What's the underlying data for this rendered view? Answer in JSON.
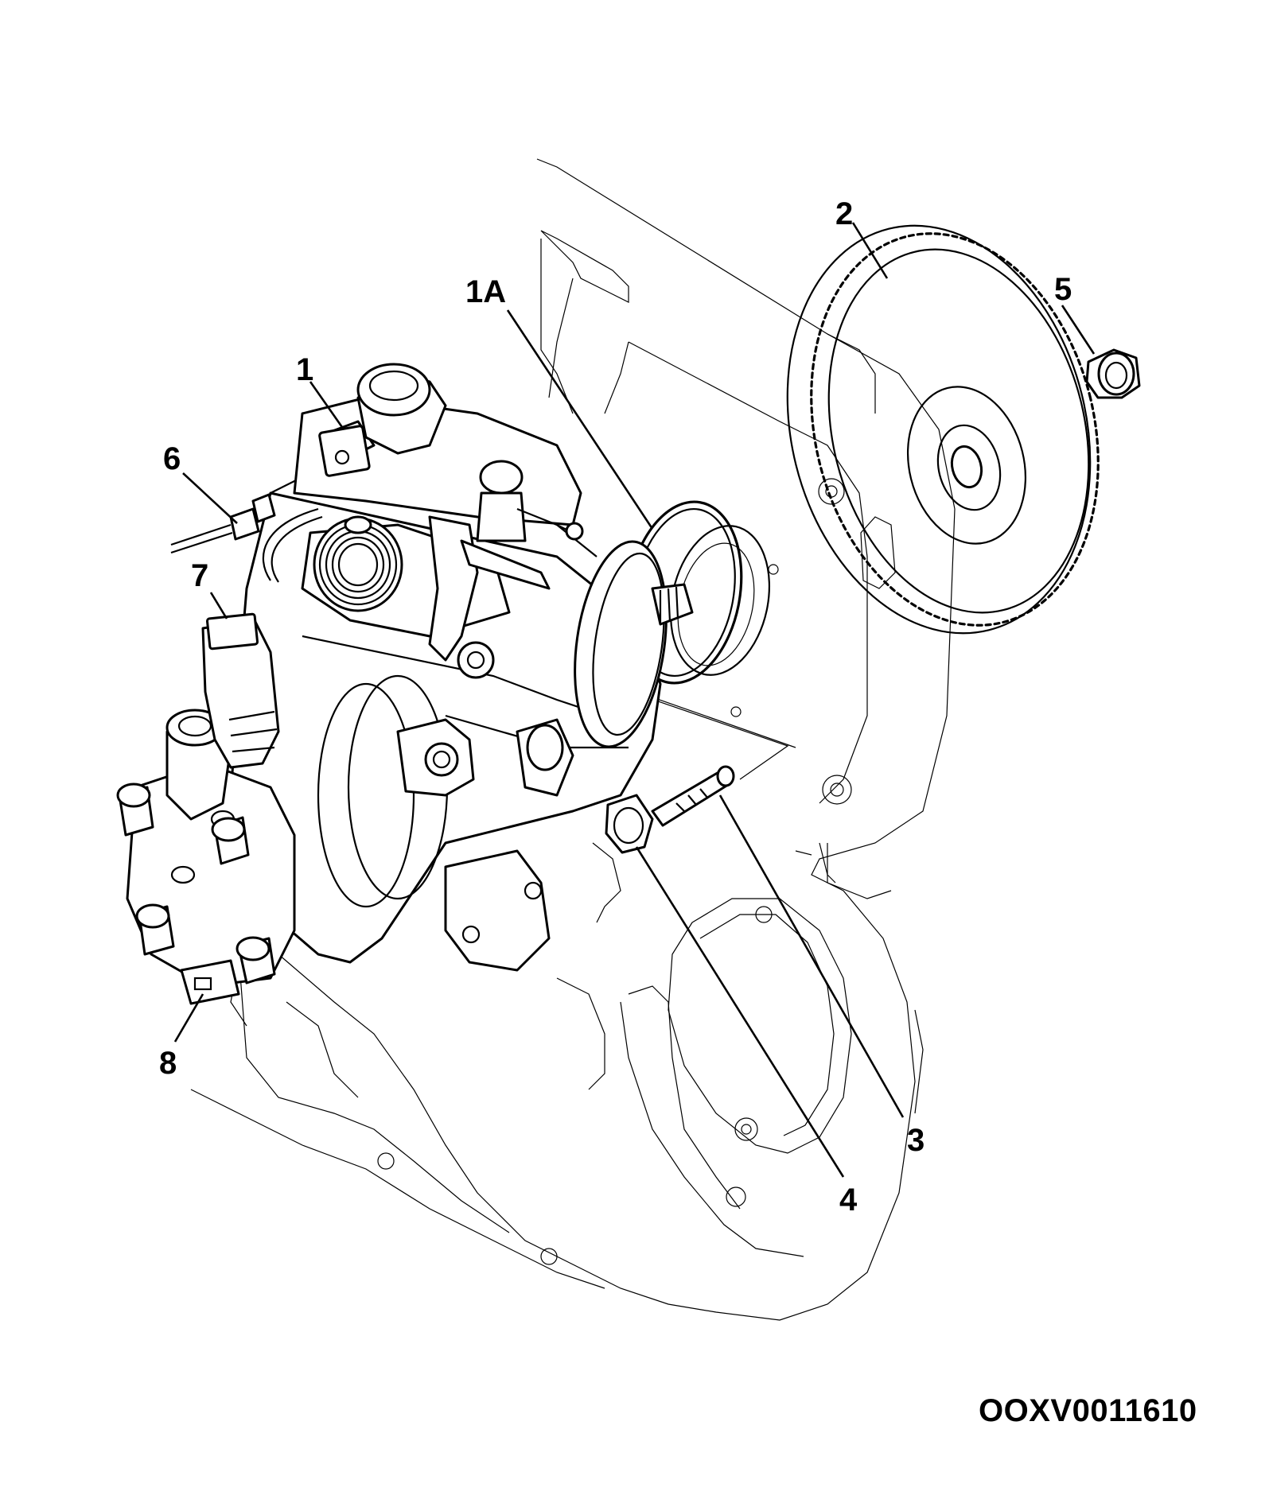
{
  "diagram": {
    "figure_code": "OOXV0011610",
    "callouts": {
      "c1": "1",
      "c1a": "1A",
      "c2": "2",
      "c3": "3",
      "c4": "4",
      "c5": "5",
      "c6": "6",
      "c7": "7",
      "c8": "8"
    }
  }
}
